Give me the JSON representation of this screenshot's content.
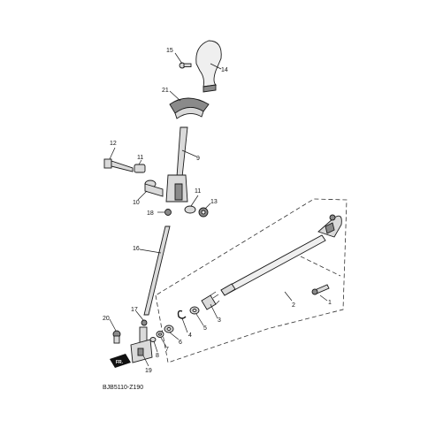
{
  "callouts": {
    "c1": "1",
    "c2": "2",
    "c3": "3",
    "c4": "4",
    "c5": "5",
    "c6": "6",
    "c7": "7",
    "c8": "8",
    "c9": "9",
    "c10": "10",
    "c11a": "11",
    "c11b": "11",
    "c12": "12",
    "c13": "13",
    "c14": "14",
    "c15": "15",
    "c16": "16",
    "c17": "17",
    "c18": "18",
    "c19": "19",
    "c20": "20",
    "c21": "21"
  },
  "drawing_code": "BJB5110-Z190",
  "front_marker": "FR."
}
